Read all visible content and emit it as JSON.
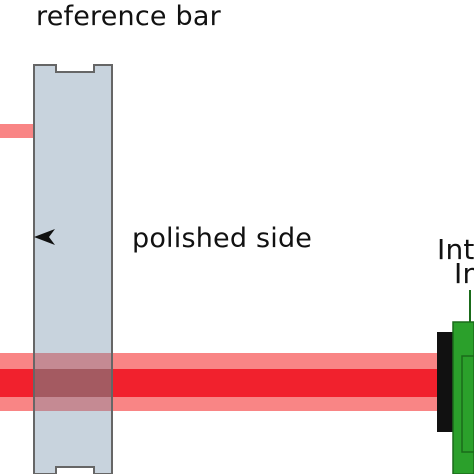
{
  "labels": {
    "reference_bar": "reference bar",
    "polished_side": "polished side",
    "cut_label_line1": "Int",
    "cut_label_line2": "In"
  },
  "colors": {
    "bar_fill": "#c8d3dd",
    "bar_stroke": "#666666",
    "beam_outer": "#f98585",
    "beam_core": "#f1212d",
    "beam_overlap": "#a0545c",
    "detector_black": "#111111",
    "green_part": "#2ba02b",
    "green_dark": "#1a6b1a"
  },
  "icons": {
    "polished_marker": "triangle-arrow-left-icon"
  }
}
